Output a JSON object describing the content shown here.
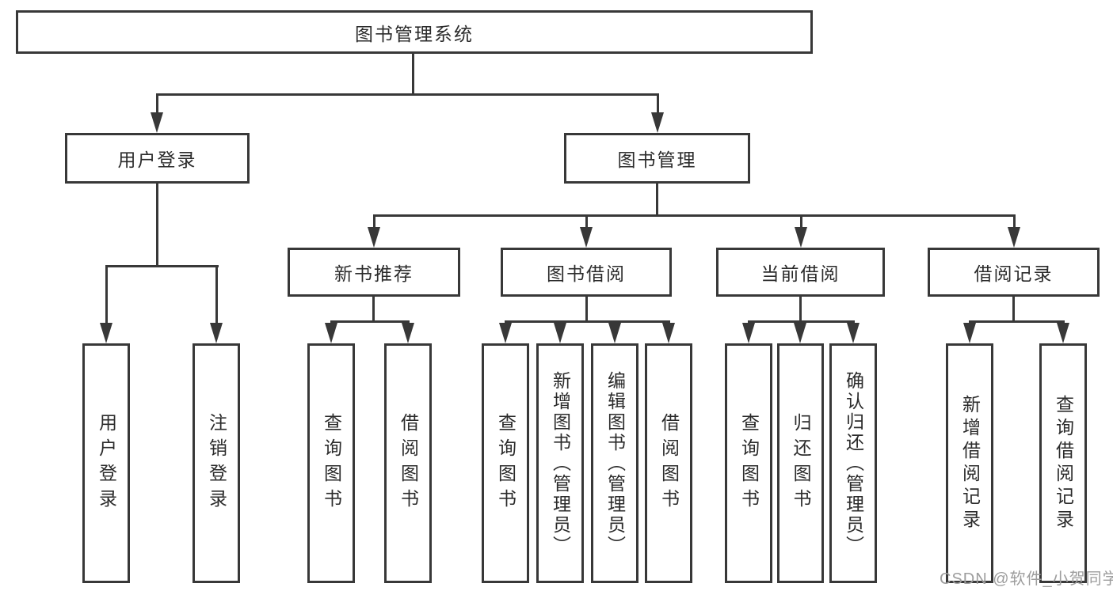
{
  "title": {
    "label": "图书管理系统"
  },
  "user_login": {
    "label": "用户登录",
    "children": [
      {
        "label": "用户登录"
      },
      {
        "label": "注销登录"
      }
    ]
  },
  "book_management": {
    "label": "图书管理",
    "sections": [
      {
        "label": "新书推荐",
        "children": [
          {
            "label": "查询图书"
          },
          {
            "label": "借阅图书"
          }
        ]
      },
      {
        "label": "图书借阅",
        "children": [
          {
            "label": "查询图书"
          },
          {
            "label": "新增图书（管理员）"
          },
          {
            "label": "编辑图书（管理员）"
          },
          {
            "label": "借阅图书"
          }
        ]
      },
      {
        "label": "当前借阅",
        "children": [
          {
            "label": "查询图书"
          },
          {
            "label": "归还图书"
          },
          {
            "label": "确认归还（管理员）"
          }
        ]
      },
      {
        "label": "借阅记录",
        "children": [
          {
            "label": "新增借阅记录"
          },
          {
            "label": "查询借阅记录"
          }
        ]
      }
    ]
  },
  "watermark": {
    "text": "CSDN @软件_小贺同学"
  },
  "colors": {
    "line": "#383838",
    "text": "#2b2b2b",
    "watermark": "#9d9d9d",
    "background": "#ffffff"
  }
}
